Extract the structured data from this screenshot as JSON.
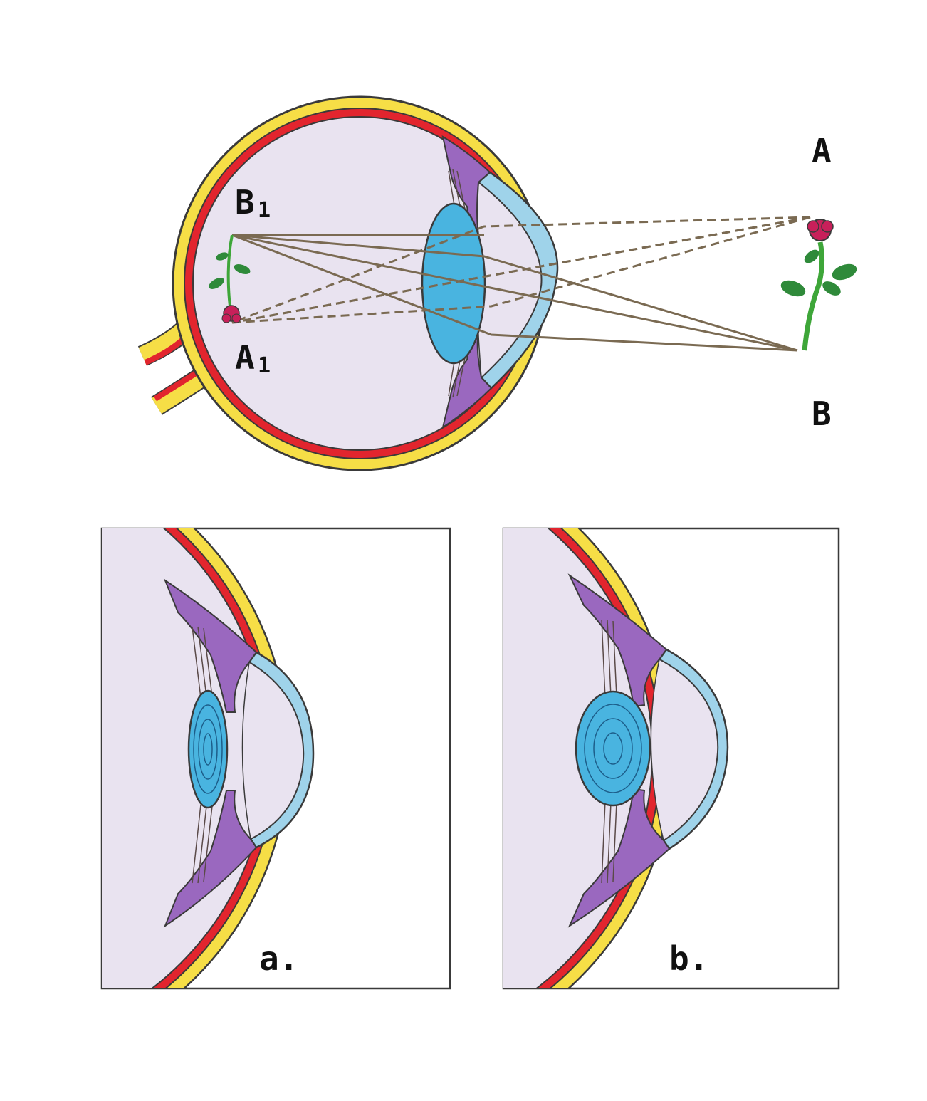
{
  "labels": {
    "object_top": "A",
    "object_bottom": "B",
    "image_top_main": "B",
    "image_top_sub": "1",
    "image_bottom_main": "A",
    "image_bottom_sub": "1",
    "panel_a": "a.",
    "panel_b": "b."
  },
  "colors": {
    "sclera": "#f6de46",
    "choroid": "#e2252e",
    "vitreous": "#e9e3f0",
    "cornea": "#9fd3ea",
    "lens": "#49b4e0",
    "iris": "#9a68bf",
    "ray": "#7a6a52",
    "outline": "#3a3a3a",
    "stem": "#3ea639",
    "leaf": "#2f8a3a",
    "flower": "#c8205a"
  },
  "panels": {
    "a": {
      "lens_shape": "thin"
    },
    "b": {
      "lens_shape": "thick"
    }
  }
}
